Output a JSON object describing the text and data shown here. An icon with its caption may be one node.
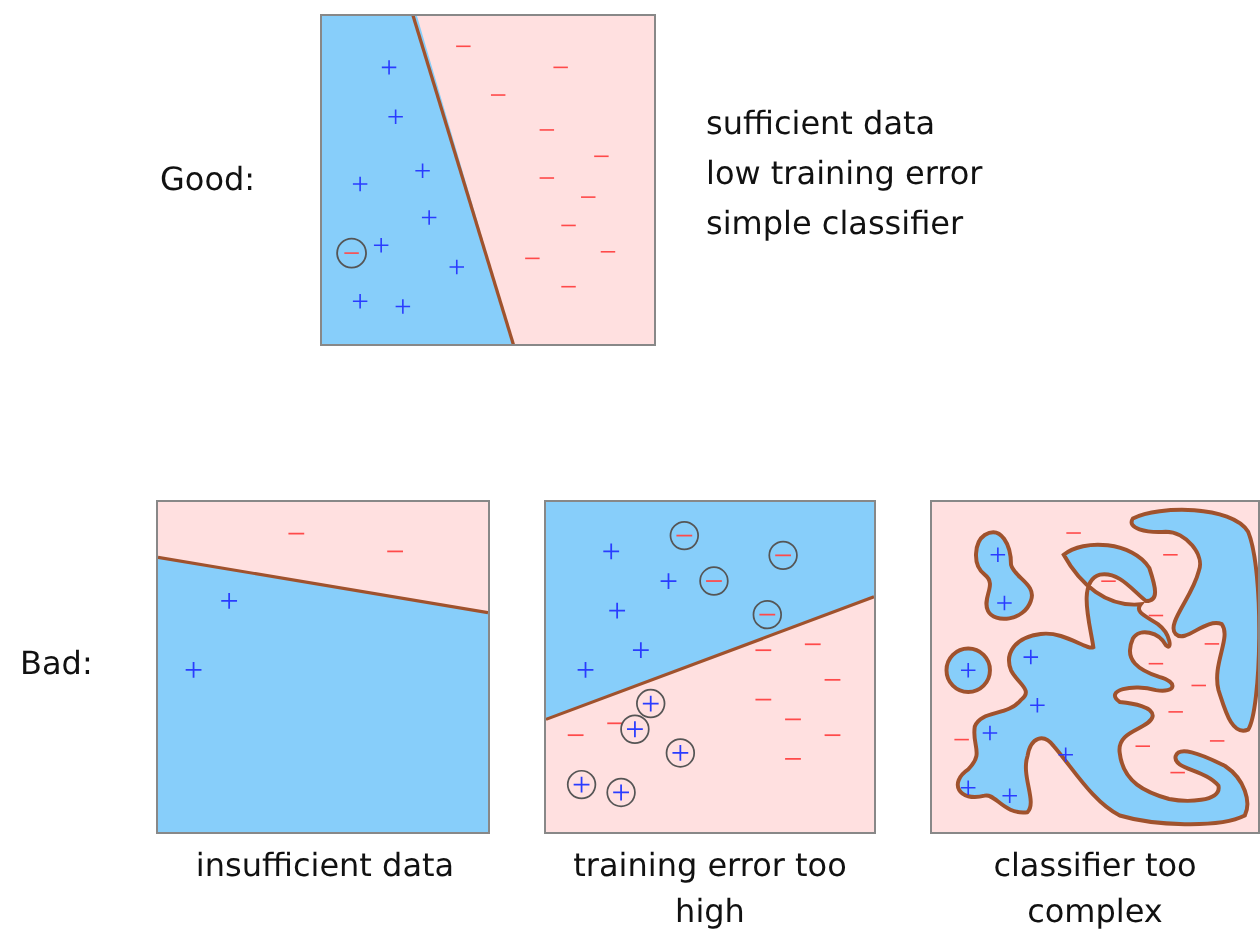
{
  "diagram": {
    "labels": [
      "Good:",
      "sufficient data",
      "low training error",
      "simple classifier",
      "Bad:",
      "insufficient data",
      "training error too high",
      "classifier too complex"
    ]
  }
}
